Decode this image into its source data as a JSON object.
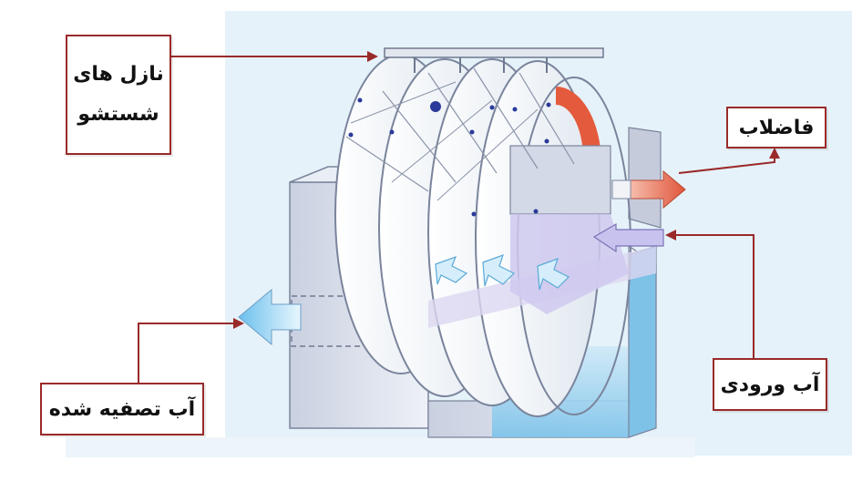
{
  "labels": {
    "nozzle_line1": "نازل های",
    "nozzle_line2": "شستشو",
    "waste": "فاضلاب",
    "inlet": "آب ورودی",
    "clean": "آب تصفیه شده"
  },
  "colors": {
    "leader": "#9a2a2a",
    "panel_bg": "#e4f1f8",
    "housing": "#d9dfec",
    "water": "#9fd3ef",
    "waste_arrow": "#e8664a",
    "inlet_arrow": "#b8b2e6",
    "outlet_arrow": "#8ccdf0"
  }
}
